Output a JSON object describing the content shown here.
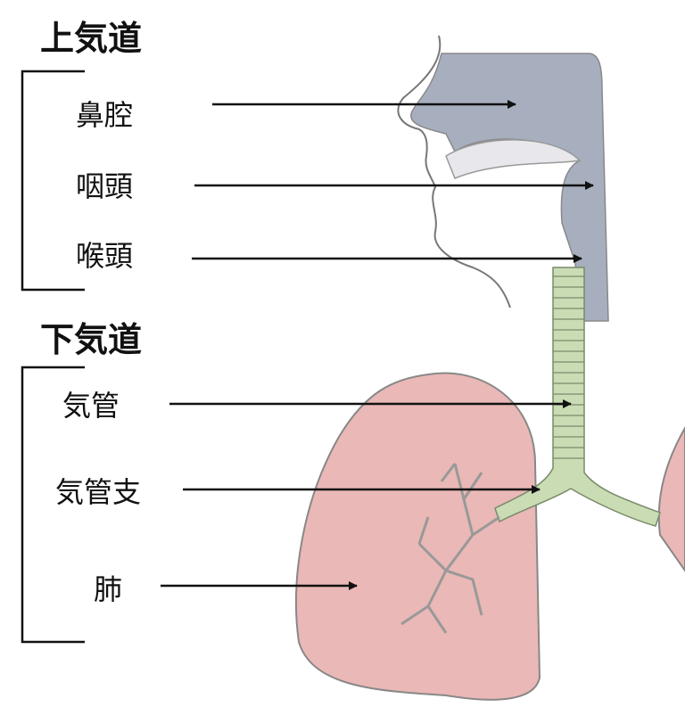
{
  "sections": [
    {
      "title": "上気道",
      "items": [
        "鼻腔",
        "咽頭",
        "喉頭"
      ]
    },
    {
      "title": "下気道",
      "items": [
        "気管",
        "気管支",
        "肺"
      ]
    }
  ],
  "colors": {
    "airway_upper": "#a7afbf",
    "trachea": "#c9dcb4",
    "lung": "#eab8b6",
    "arrow": "#111111"
  }
}
